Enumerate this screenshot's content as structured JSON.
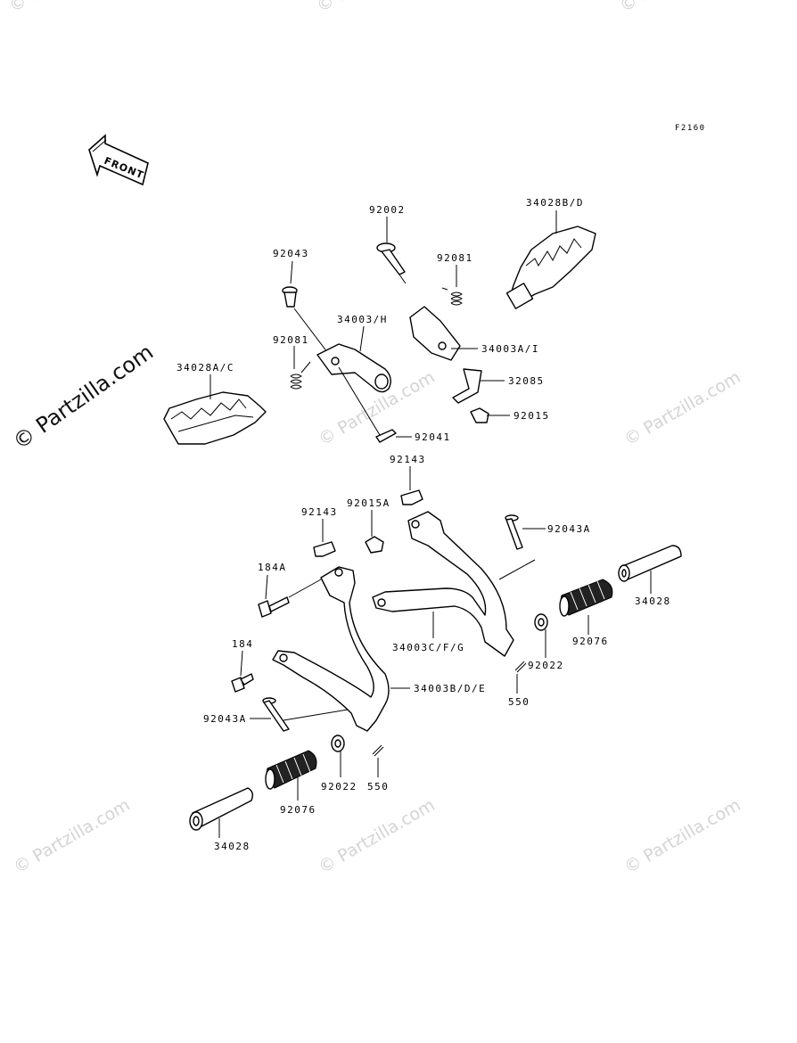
{
  "figure_code": "F2160",
  "front_label": "FRONT",
  "watermark": "© Partzilla.com",
  "side_watermark": "© Partzilla.com",
  "labels": {
    "p92002": "92002",
    "p34028bd": "34028B/D",
    "p92043": "92043",
    "p92081a": "92081",
    "p34003h": "34003/H",
    "p34003ai": "34003A/I",
    "p92081b": "92081",
    "p34028ac": "34028A/C",
    "p32085": "32085",
    "p92015": "92015",
    "p92041": "92041",
    "p92143a": "92143",
    "p92143b": "92143",
    "p92015a": "92015A",
    "p92043a_r": "92043A",
    "p184a": "184A",
    "p34028_r": "34028",
    "p34003cfg": "34003C/F/G",
    "p92076_r": "92076",
    "p184": "184",
    "p92022_r": "92022",
    "p34003bde": "34003B/D/E",
    "p550_r": "550",
    "p92043a_l": "92043A",
    "p92022_l": "92022",
    "p550_l": "550",
    "p92076_l": "92076",
    "p34028_l": "34028"
  }
}
